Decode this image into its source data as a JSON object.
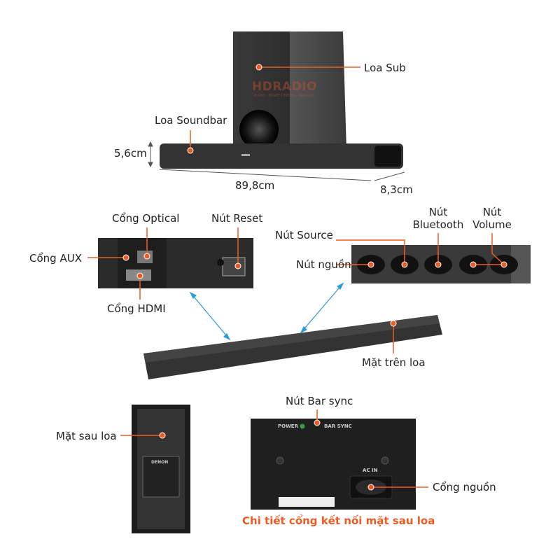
{
  "watermark": {
    "brand": "HDRADIO",
    "tagline": "AUDIO - MOVIE CINEMA - KARAOKE"
  },
  "labels": {
    "sub": "Loa Sub",
    "soundbar": "Loa Soundbar",
    "height": "5,6cm",
    "width": "89,8cm",
    "depth": "8,3cm",
    "optical": "Cổng Optical",
    "reset": "Nút Reset",
    "aux": "Cổng AUX",
    "hdmi": "Cổng HDMI",
    "source": "Nút Source",
    "power_button": "Nút nguồn",
    "bluetooth": "Nút Bluetooth",
    "volume": "Nút Volume",
    "top_face": "Mặt trên loa",
    "rear_face": "Mặt sau loa",
    "bar_sync": "Nút Bar sync",
    "power_port": "Cổng nguồn"
  },
  "panel_text": {
    "power": "POWER",
    "bar_sync": "BAR SYNC",
    "ac_in": "AC IN",
    "brand": "DENON"
  },
  "caption": "Chi tiết cổng kết nối mặt sau loa",
  "colors": {
    "accent": "#f05a22",
    "arrow": "#2a9ad8",
    "device": "#2b2b2b"
  }
}
